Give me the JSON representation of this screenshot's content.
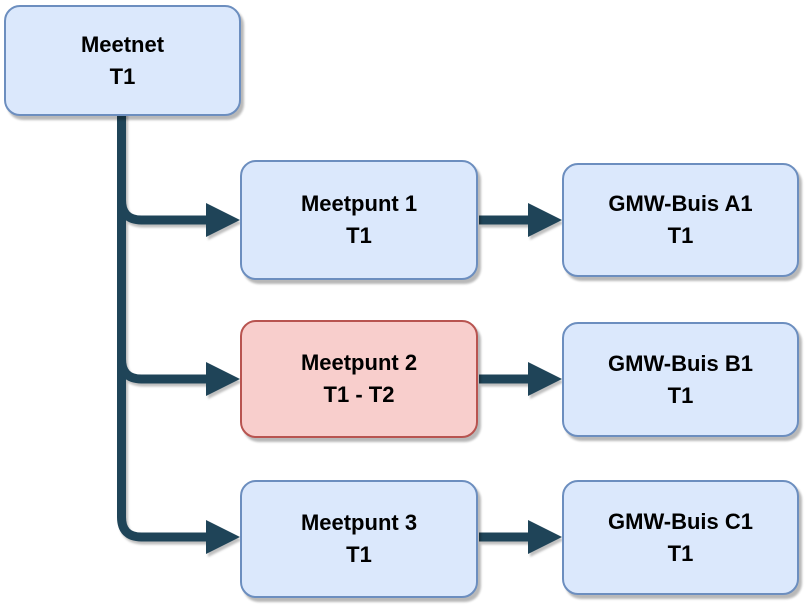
{
  "diagram": {
    "colors": {
      "node_fill": "#dbe8fc",
      "node_border": "#6c8ebf",
      "highlight_fill": "#f8cecc",
      "highlight_border": "#b85450",
      "connector": "#1f4458",
      "text": "#000000"
    },
    "nodes": [
      {
        "id": "meetnet",
        "title": "Meetnet",
        "subtitle": "T1",
        "variant": "blue"
      },
      {
        "id": "meetpunt-1",
        "title": "Meetpunt 1",
        "subtitle": "T1",
        "variant": "blue"
      },
      {
        "id": "meetpunt-2",
        "title": "Meetpunt 2",
        "subtitle": "T1 - T2",
        "variant": "red"
      },
      {
        "id": "meetpunt-3",
        "title": "Meetpunt 3",
        "subtitle": "T1",
        "variant": "blue"
      },
      {
        "id": "gmw-buis-a1",
        "title": "GMW-Buis A1",
        "subtitle": "T1",
        "variant": "blue"
      },
      {
        "id": "gmw-buis-b1",
        "title": "GMW-Buis B1",
        "subtitle": "T1",
        "variant": "blue"
      },
      {
        "id": "gmw-buis-c1",
        "title": "GMW-Buis C1",
        "subtitle": "T1",
        "variant": "blue"
      }
    ],
    "edges": [
      {
        "from": "meetnet",
        "to": "meetpunt-1"
      },
      {
        "from": "meetnet",
        "to": "meetpunt-2"
      },
      {
        "from": "meetnet",
        "to": "meetpunt-3"
      },
      {
        "from": "meetpunt-1",
        "to": "gmw-buis-a1"
      },
      {
        "from": "meetpunt-2",
        "to": "gmw-buis-b1"
      },
      {
        "from": "meetpunt-3",
        "to": "gmw-buis-c1"
      }
    ]
  }
}
